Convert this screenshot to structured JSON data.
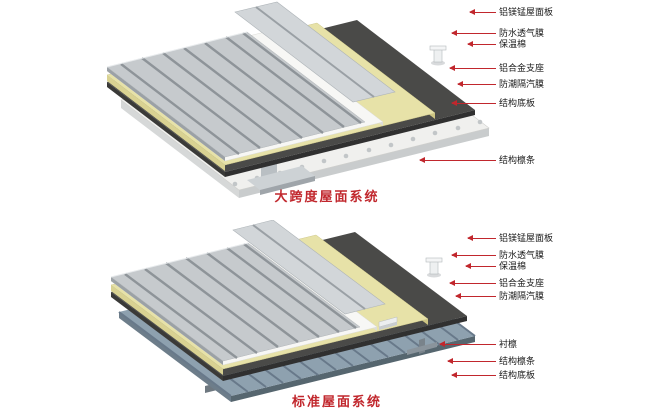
{
  "colors": {
    "accent": "#c1272d",
    "label_text": "#1a1a1a",
    "metal_panel": "#c6cacd",
    "insulation": "#e7e2a8",
    "vapor_membrane": "#4a4a48",
    "breathable_membrane": "#f7f7f5",
    "deck": "#f0f0ee",
    "corrugated_sheet": "#8ea1af"
  },
  "top_system": {
    "title": "大跨度屋面系统",
    "labels": [
      "铝镁锰屋面板",
      "防水透气膜",
      "保温棉",
      "铝合金支座",
      "防潮隔汽膜",
      "结构底板",
      "结构檩条"
    ]
  },
  "bottom_system": {
    "title": "标准屋面系统",
    "labels": [
      "铝镁锰屋面板",
      "防水透气膜",
      "保温棉",
      "铝合金支座",
      "防潮隔汽膜",
      "衬檩",
      "结构檩条",
      "结构底板"
    ]
  }
}
